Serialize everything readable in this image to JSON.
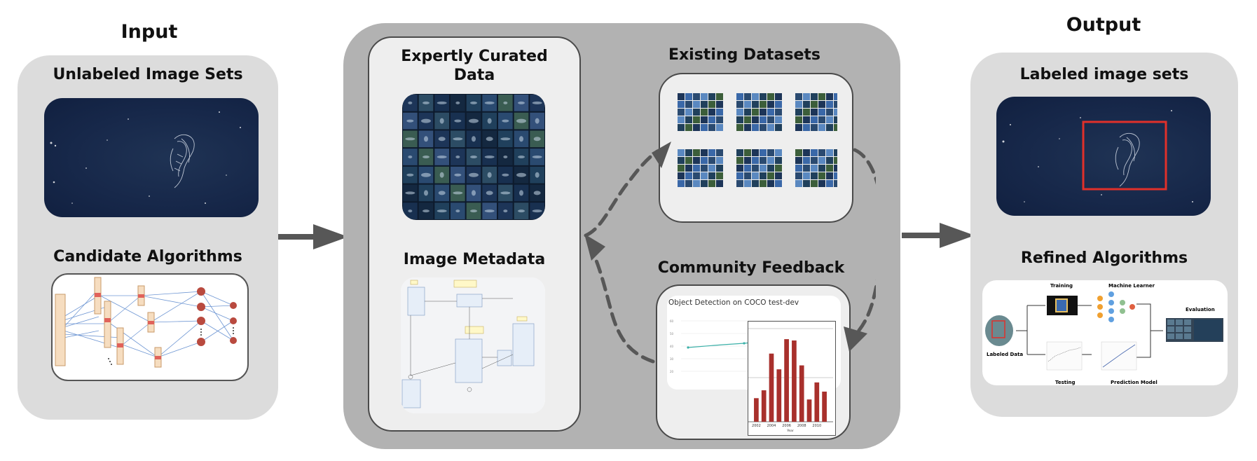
{
  "input": {
    "title": "Input",
    "unlabeled_title": "Unlabeled Image Sets",
    "algorithms_title": "Candidate Algorithms"
  },
  "center": {
    "curated_title_line1": "Expertly Curated",
    "curated_title_line2": "Data",
    "metadata_title": "Image Metadata",
    "existing_title": "Existing Datasets",
    "feedback_title": "Community Feedback",
    "feedback_chart_title": "Object Detection on COCO test-dev"
  },
  "output": {
    "title": "Output",
    "labeled_title": "Labeled image sets",
    "refined_title": "Refined Algorithms",
    "refined_labels": {
      "training": "Training",
      "machine_learner": "Machine Learner",
      "evaluation": "Evaluation",
      "labeled_data": "Labeled Data",
      "testing": "Testing",
      "prediction_model": "Prediction Model"
    }
  },
  "colors": {
    "panel_light": "#dcdcdc",
    "panel_dark": "#b2b2b2",
    "arrow": "#575757",
    "ocean": "#17284a",
    "highlight_box": "#e0302a",
    "bar": "#a8302c"
  },
  "chart_data": {
    "type": "bar",
    "categories": [
      "2002",
      "",
      "2004",
      "",
      "2006",
      "",
      "2008",
      "",
      "2010",
      ""
    ],
    "values": [
      18,
      24,
      52,
      40,
      63,
      62,
      43,
      17,
      30,
      23
    ],
    "xlabel": "Year",
    "ylabel": ""
  }
}
